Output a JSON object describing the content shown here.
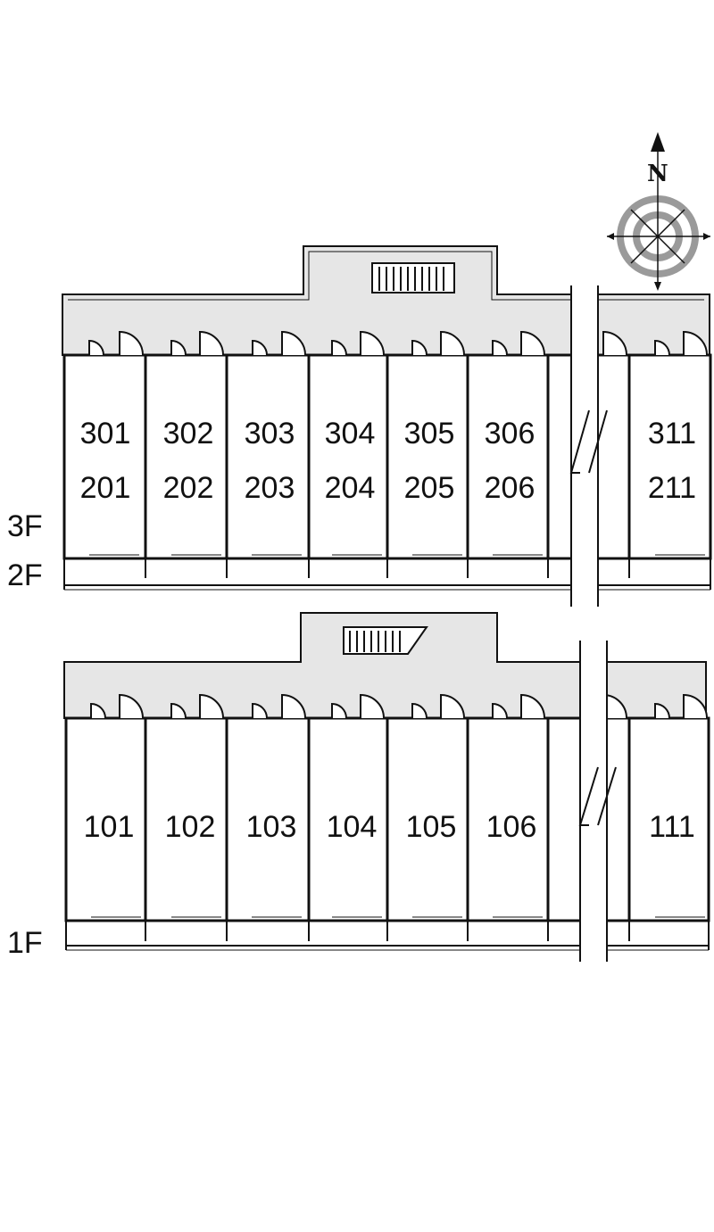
{
  "compass": {
    "north_label": "N",
    "icon": "compass-rose-icon"
  },
  "colors": {
    "corridor": "#e6e6e6",
    "wall": "#111111",
    "compass_ring": "#9a9a9a"
  },
  "floor_labels": {
    "upper_a": "3F",
    "upper_b": "2F",
    "lower": "1F"
  },
  "upper_block": {
    "rooms": [
      {
        "top": "301",
        "bottom": "201"
      },
      {
        "top": "302",
        "bottom": "202"
      },
      {
        "top": "303",
        "bottom": "203"
      },
      {
        "top": "304",
        "bottom": "204"
      },
      {
        "top": "305",
        "bottom": "205"
      },
      {
        "top": "306",
        "bottom": "206"
      },
      {
        "top": "311",
        "bottom": "211"
      }
    ]
  },
  "lower_block": {
    "rooms": [
      {
        "label": "101"
      },
      {
        "label": "102"
      },
      {
        "label": "103"
      },
      {
        "label": "104"
      },
      {
        "label": "105"
      },
      {
        "label": "106"
      },
      {
        "label": "111"
      }
    ]
  }
}
